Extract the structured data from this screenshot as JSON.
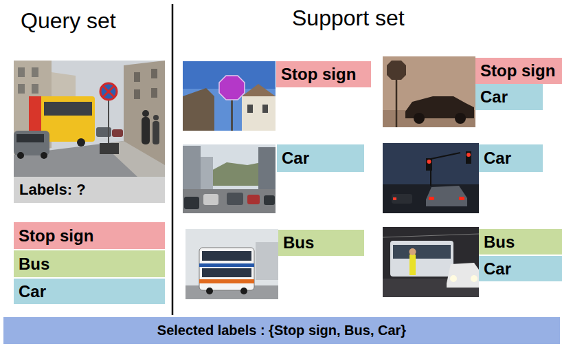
{
  "diagram": {
    "nodes": [
      {
        "text": [
          "Labels: ?"
        ]
      },
      {
        "text": [
          "Stop sign"
        ]
      },
      {
        "text": [
          "Bus"
        ]
      },
      {
        "text": [
          "Car"
        ]
      },
      {
        "text": [
          "Stop sign"
        ]
      },
      {
        "text": [
          "Stop sign"
        ]
      },
      {
        "text": [
          "Car"
        ]
      },
      {
        "text": [
          "Car"
        ]
      },
      {
        "text": [
          "Car"
        ]
      },
      {
        "text": [
          "Bus"
        ]
      },
      {
        "text": [
          "Bus"
        ]
      },
      {
        "text": [
          "Car"
        ]
      },
      {
        "text": [
          "Selected labels : {Stop sign, Bus, Car}"
        ]
      }
    ],
    "labels": [
      "Query set",
      "Support set"
    ]
  }
}
